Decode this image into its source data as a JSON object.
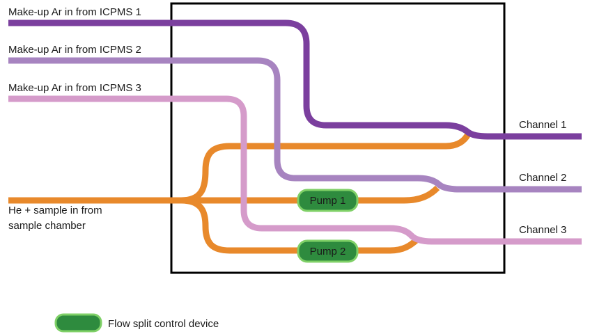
{
  "inputs": {
    "icpms1": "Make-up Ar in from ICPMS 1",
    "icpms2": "Make-up Ar in from ICPMS 2",
    "icpms3": "Make-up Ar in from ICPMS 3",
    "sample_line1": "He + sample in from",
    "sample_line2": "sample chamber"
  },
  "outputs": {
    "channel1": "Channel 1",
    "channel2": "Channel 2",
    "channel3": "Channel 3"
  },
  "pumps": {
    "pump1": "Pump 1",
    "pump2": "Pump 2"
  },
  "legend": {
    "flow_split_device": "Flow split control device"
  },
  "colors": {
    "ar1": "#7b3f9e",
    "ar2": "#a784c0",
    "ar3": "#d59bca",
    "he_sample": "#e8892b",
    "pump_fill": "#2e8b3e",
    "pump_border": "#7fd067",
    "box_border": "#000000"
  }
}
